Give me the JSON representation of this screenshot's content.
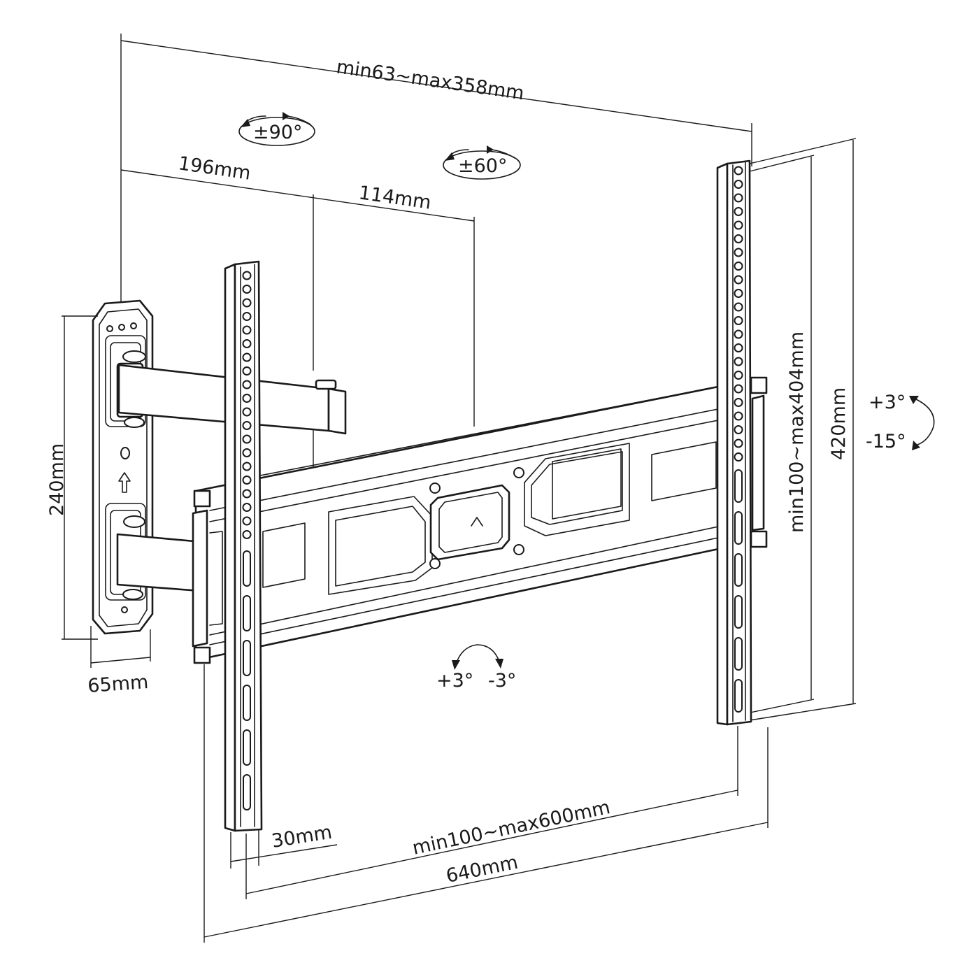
{
  "labels": {
    "overall_depth": "min63~max358mm",
    "swivel_arm": "±90°",
    "swivel_plate": "±60°",
    "arm_length": "196mm",
    "arm_offset": "114mm",
    "wall_height": "240mm",
    "wall_width": "65mm",
    "tilt_up": "+3°",
    "tilt_down": "-15°",
    "roll_left": "+3°",
    "roll_right": "-3°",
    "vesa_vertical": "min100~max404mm",
    "bracket_height": "420mm",
    "strip_width": "30mm",
    "vesa_horizontal": "min100~max600mm",
    "total_width": "640mm"
  },
  "colors": {
    "line": "#1a1a1a",
    "background": "#ffffff"
  },
  "icons": {
    "up_arrow": "up-arrow-icon",
    "plate_logo": "caret-up-logo"
  }
}
